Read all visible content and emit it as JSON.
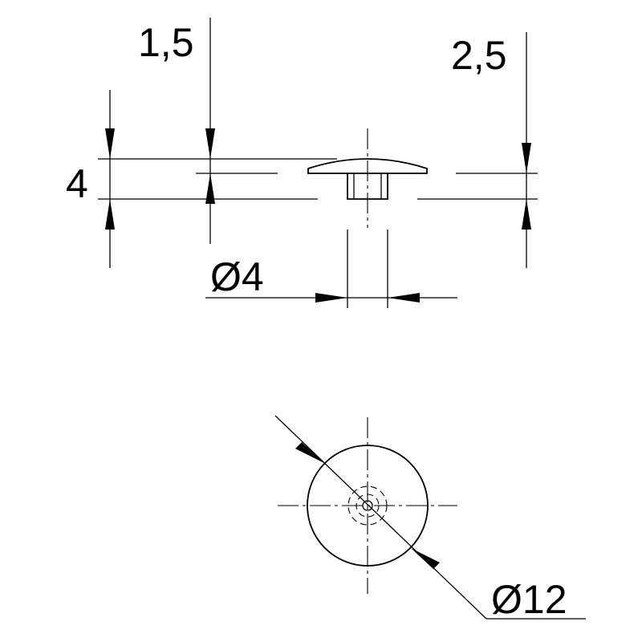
{
  "dimensions": {
    "cap_thickness": "1,5",
    "shank_length": "2,5",
    "total_height": "4",
    "shank_diameter": "Ø4",
    "head_diameter": "Ø12"
  },
  "colors": {
    "ink": "#000000",
    "paper": "#ffffff"
  }
}
